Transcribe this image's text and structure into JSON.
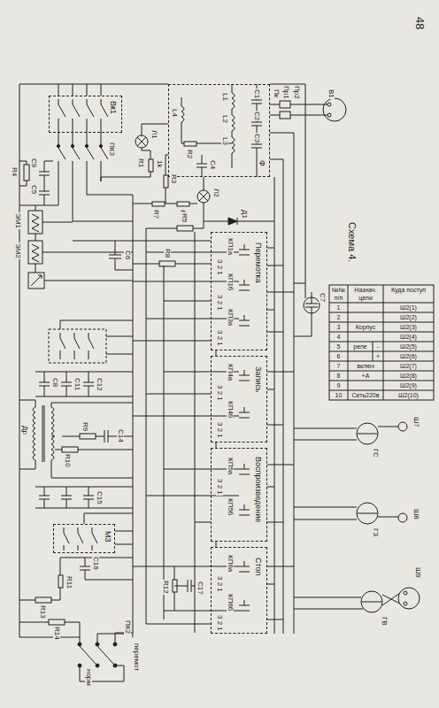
{
  "diagram": {
    "caption": "Схема 4.",
    "nodes": [
      {
        "text": [
          "Вк1"
        ]
      },
      {
        "text": [
          "Ф"
        ]
      },
      {
        "text": [
          "Перемотка"
        ]
      },
      {
        "text": [
          "Запись"
        ]
      },
      {
        "text": [
          "Воспроизведение"
        ]
      },
      {
        "text": [
          "Стоп"
        ]
      },
      {
        "text": [
          "М3"
        ]
      }
    ],
    "edges": [
      {
        "from": 2,
        "to": 3,
        "arrow": "none"
      },
      {
        "from": 3,
        "to": 4,
        "arrow": "none"
      },
      {
        "from": 4,
        "to": 5,
        "arrow": "none"
      }
    ],
    "labels": [
      "48",
      "ПК3",
      "R4",
      "C9",
      "C5",
      "ЭМ1",
      "ЭМ2",
      "Л1",
      "Л2",
      "R1",
      "1k",
      "R2",
      "R3",
      "R6",
      "R7",
      "L1",
      "L2",
      "L3",
      "L4",
      "C1",
      "C2",
      "C3",
      "C4",
      "R5",
      "Д1",
      "C6",
      "R8",
      "Пк",
      "Пр1",
      "Пр2",
      "В1",
      "КП1а",
      "3 2 1",
      "КП1б",
      "3 2 1",
      "КП3а",
      "3 2 1",
      "C7",
      "КП4а",
      "3 2 1",
      "КП4б",
      "3 2 1",
      "КП5а",
      "3 2 1",
      "КП5б",
      "КП6а",
      "3 2 1",
      "КП6б",
      "3 2 1",
      "C8",
      "C11",
      "C12",
      "Др",
      "R9",
      "R10",
      "C14",
      "C15",
      "C16",
      "R11",
      "R13",
      "R14",
      "R12",
      "C17",
      "ПК2",
      "норм",
      "перемот",
      "ГС",
      "ГЗ",
      "ГВ",
      "Ш7",
      "Ш8",
      "Ш9",
      "№№ п/п",
      "Назнач. цели",
      "Куда поступ",
      "1",
      "2",
      "3",
      "4",
      "5",
      "6",
      "7",
      "8",
      "9",
      "10",
      "Корпус",
      "реле",
      "-",
      "+",
      "включ",
      "+А",
      "Сеть220в",
      "Ш2(1)",
      "Ш2(2)",
      "Ш2(3)",
      "Ш2(4)",
      "Ш2(5)",
      "Ш2(6)",
      "Ш2(7)",
      "Ш2(8)",
      "Ш2(9)",
      "Ш2(10)"
    ]
  }
}
